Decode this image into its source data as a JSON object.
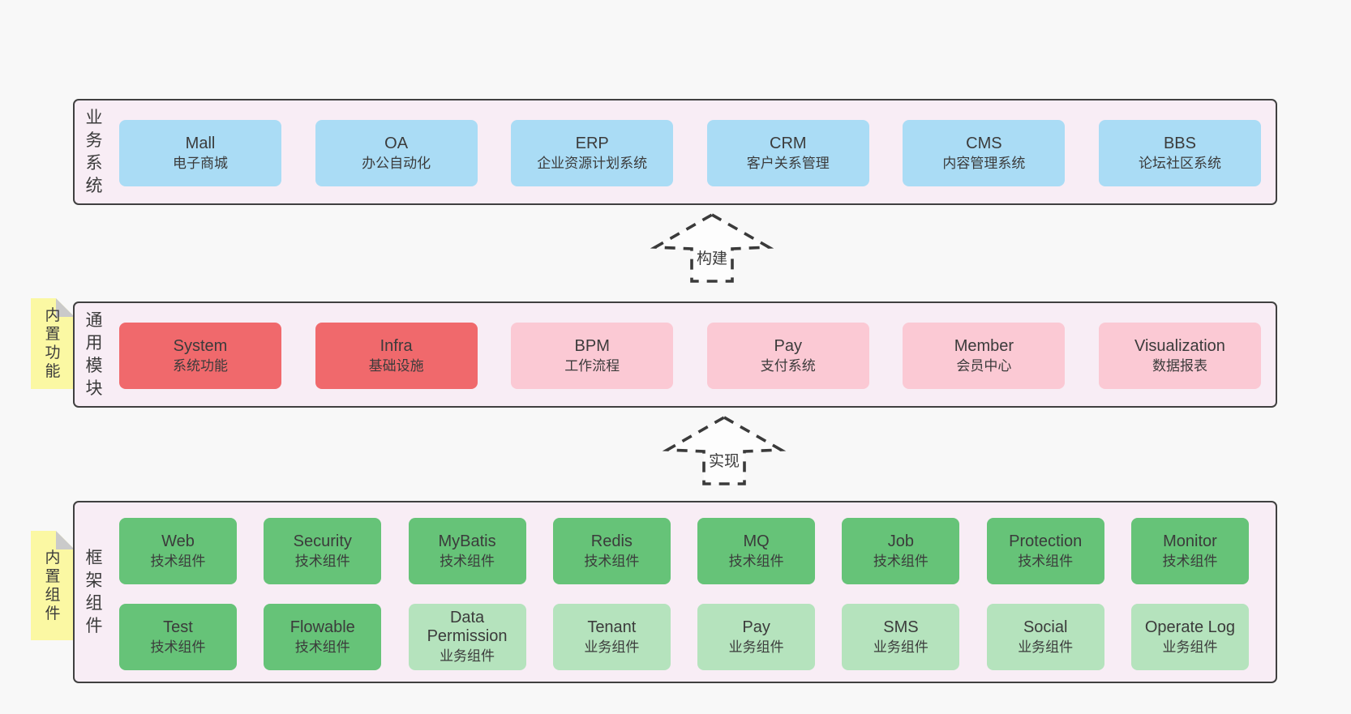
{
  "colors": {
    "page_bg": "#f8f8f8",
    "panel_bg": "#f8edf5",
    "panel_border": "#404040",
    "blue": "#aadcf5",
    "red": "#f0696c",
    "pink": "#fbc9d4",
    "green_dark": "#66c378",
    "green_light": "#b5e3bd",
    "sticky_yellow": "#fbf8a3",
    "sticky_fold": "#cacaca",
    "text": "#3b3b3b"
  },
  "business_layer": {
    "side_label": "业务系统",
    "nodes": [
      {
        "title": "Mall",
        "subtitle": "电子商城"
      },
      {
        "title": "OA",
        "subtitle": "办公自动化"
      },
      {
        "title": "ERP",
        "subtitle": "企业资源计划系统"
      },
      {
        "title": "CRM",
        "subtitle": "客户关系管理"
      },
      {
        "title": "CMS",
        "subtitle": "内容管理系统"
      },
      {
        "title": "BBS",
        "subtitle": "论坛社区系统"
      }
    ]
  },
  "arrow_build": {
    "label": "构建"
  },
  "module_layer": {
    "side_label": "通用模块",
    "sticky_note": "内置功能",
    "nodes": [
      {
        "title": "System",
        "subtitle": "系统功能"
      },
      {
        "title": "Infra",
        "subtitle": "基础设施"
      },
      {
        "title": "BPM",
        "subtitle": "工作流程"
      },
      {
        "title": "Pay",
        "subtitle": "支付系统"
      },
      {
        "title": "Member",
        "subtitle": "会员中心"
      },
      {
        "title": "Visualization",
        "subtitle": "数据报表"
      }
    ]
  },
  "arrow_implement": {
    "label": "实现"
  },
  "component_layer": {
    "side_label": "框架组件",
    "sticky_note": "内置组件",
    "row1": [
      {
        "title": "Web",
        "subtitle": "技术组件"
      },
      {
        "title": "Security",
        "subtitle": "技术组件"
      },
      {
        "title": "MyBatis",
        "subtitle": "技术组件"
      },
      {
        "title": "Redis",
        "subtitle": "技术组件"
      },
      {
        "title": "MQ",
        "subtitle": "技术组件"
      },
      {
        "title": "Job",
        "subtitle": "技术组件"
      },
      {
        "title": "Protection",
        "subtitle": "技术组件"
      },
      {
        "title": "Monitor",
        "subtitle": "技术组件"
      }
    ],
    "row2": [
      {
        "title": "Test",
        "subtitle": "技术组件"
      },
      {
        "title": "Flowable",
        "subtitle": "技术组件"
      },
      {
        "title": "Data Permission",
        "subtitle": "业务组件"
      },
      {
        "title": "Tenant",
        "subtitle": "业务组件"
      },
      {
        "title": "Pay",
        "subtitle": "业务组件"
      },
      {
        "title": "SMS",
        "subtitle": "业务组件"
      },
      {
        "title": "Social",
        "subtitle": "业务组件"
      },
      {
        "title": "Operate Log",
        "subtitle": "业务组件"
      }
    ]
  }
}
